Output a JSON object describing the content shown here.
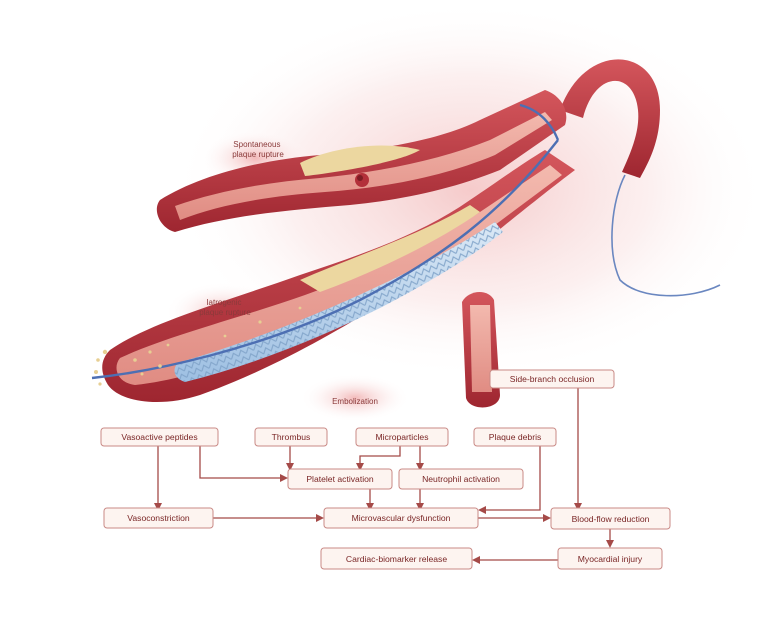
{
  "illustration": {
    "labels": {
      "spontaneous_rupture": [
        "Spontaneous",
        "plaque rupture"
      ],
      "iatrogenic_rupture": [
        "Iatrogenic",
        "plaque rupture"
      ],
      "embolization": "Embolization"
    }
  },
  "flowchart": {
    "nodes": {
      "side_branch_occlusion": "Side-branch occlusion",
      "vasoactive_peptides": "Vasoactive peptides",
      "thrombus": "Thrombus",
      "microparticles": "Microparticles",
      "plaque_debris": "Plaque debris",
      "platelet_activation": "Platelet activation",
      "neutrophil_activation": "Neutrophil activation",
      "vasoconstriction": "Vasoconstriction",
      "microvascular_dysfunction": "Microvascular dysfunction",
      "blood_flow_reduction": "Blood-flow reduction",
      "myocardial_injury": "Myocardial injury",
      "cardiac_biomarker_release": "Cardiac-biomarker release"
    }
  },
  "colors": {
    "vessel_wall": "#b5323a",
    "vessel_inner": "#e9a39a",
    "plaque": "#ecd7a0",
    "stent": "#b9d3ec",
    "guidewire": "#4d6fb3",
    "glow": "#f6c9c9",
    "box_fill": "#fdf4f0",
    "box_stroke": "#c98a86",
    "arrow": "#a54a48"
  }
}
